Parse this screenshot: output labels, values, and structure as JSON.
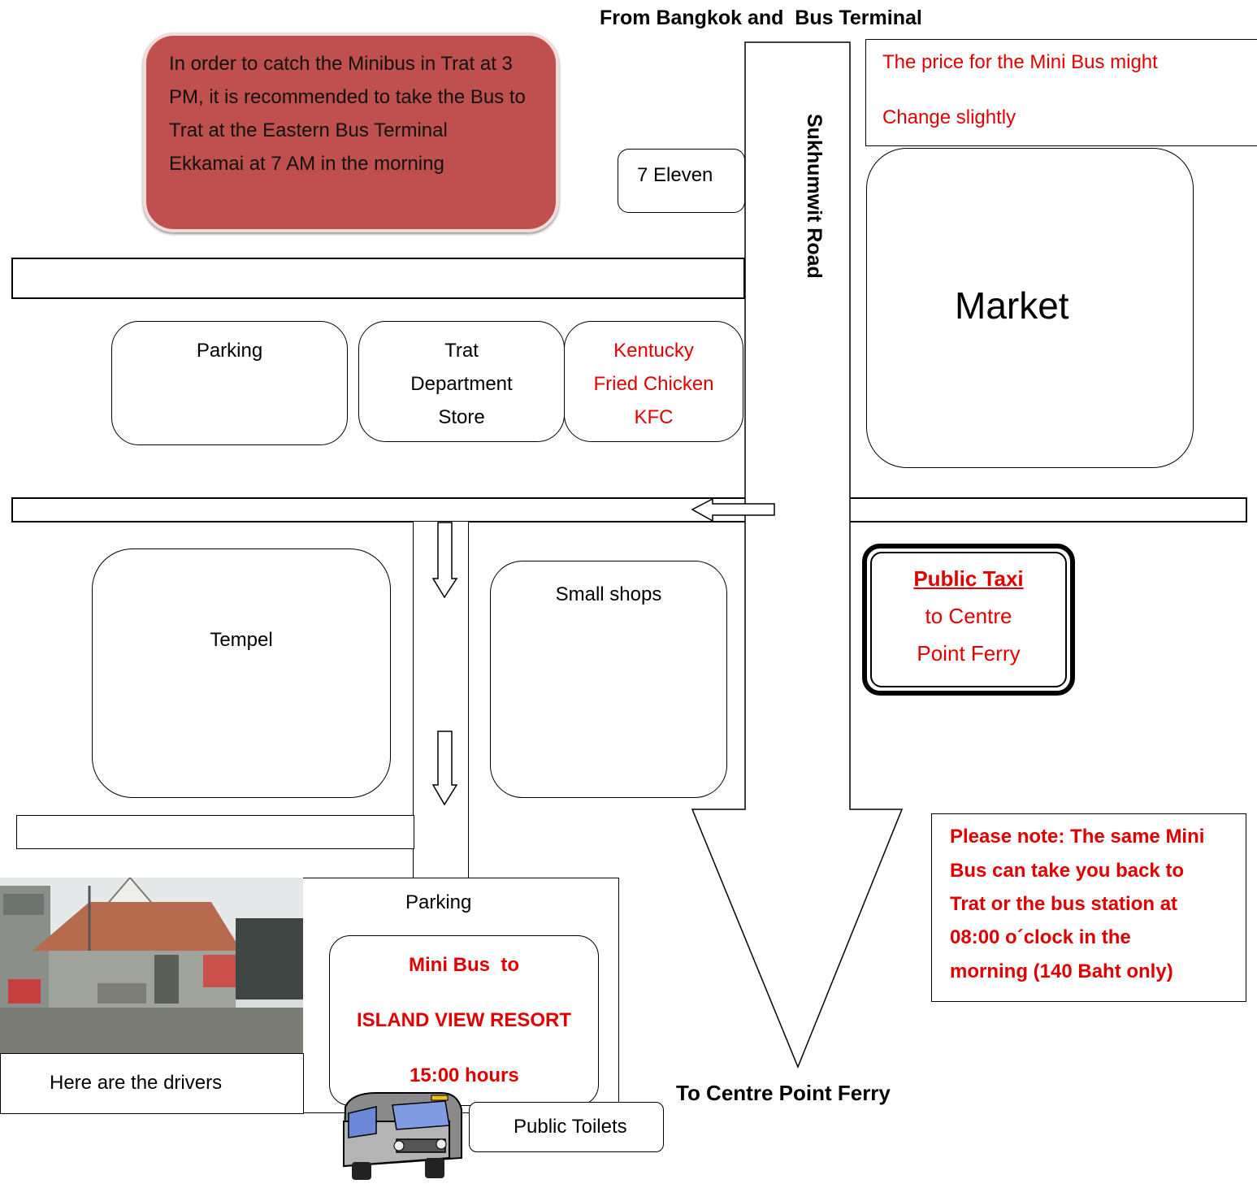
{
  "header": {
    "from_bangkok": "From Bangkok and  Bus Terminal"
  },
  "note_box": {
    "text": "In order to catch the Minibus in Trat at 3 PM, it is recommended to take the Bus to Trat at the Eastern Bus Terminal  Ekkamai at 7 AM in the morning"
  },
  "price_note": {
    "line1": "The price for the Mini Bus might",
    "line2": "Change slightly"
  },
  "road_label": "Sukhumwit Road",
  "places": {
    "seven_eleven": "7 Eleven",
    "market": "Market",
    "parking_top": "Parking",
    "dept_store": {
      "line1": "Trat",
      "line2": "Department",
      "line3": "Store"
    },
    "kfc": {
      "line1": "Kentucky",
      "line2": "Fried Chicken",
      "line3": "KFC"
    },
    "tempel": "Tempel",
    "small_shops": "Small shops",
    "parking_bottom": "Parking",
    "public_toilets": "Public Toilets"
  },
  "taxi": {
    "title": "Public Taxi",
    "line2": "to Centre",
    "line3": "Point Ferry"
  },
  "minibus": {
    "line1": "Mini Bus  to",
    "line2": "ISLAND VIEW RESORT",
    "time": "15:00 hours"
  },
  "photo_caption": "Here are the drivers",
  "to_ferry": "To Centre Point Ferry",
  "please_note": {
    "line1": "Please note: The same Mini",
    "line2": "Bus can take you back to",
    "line3": "Trat or the bus station  at",
    "line4": "08:00 o´clock in the",
    "line5": "morning  (140 Baht only)"
  },
  "colors": {
    "note_box": "#c0504d",
    "accent_red": "#e00000"
  }
}
